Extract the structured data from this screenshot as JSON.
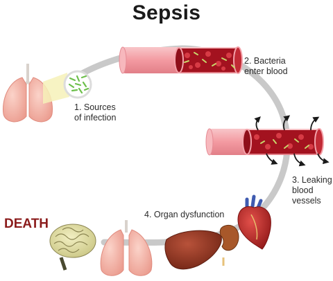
{
  "title": "Sepsis",
  "steps": [
    {
      "line1": "1. Sources",
      "line2": "of infection"
    },
    {
      "line1": "2. Bacteria",
      "line2": "enter blood"
    },
    {
      "line1": "3. Leaking",
      "line2": "blood",
      "line3": "vessels"
    },
    {
      "line1": "4. Organ dysfunction"
    }
  ],
  "outcome": "DEATH",
  "colors": {
    "cycle": "#c9c9c9",
    "vessel_pink": "#f2a3a8",
    "blood": "#a3121f",
    "death": "#8b1c1c"
  },
  "icons": [
    "lungs-icon",
    "bacteria-magnified-icon",
    "blood-vessel-icon",
    "brain-icon",
    "liver-icon",
    "kidney-icon",
    "heart-icon",
    "arrow-icon"
  ]
}
